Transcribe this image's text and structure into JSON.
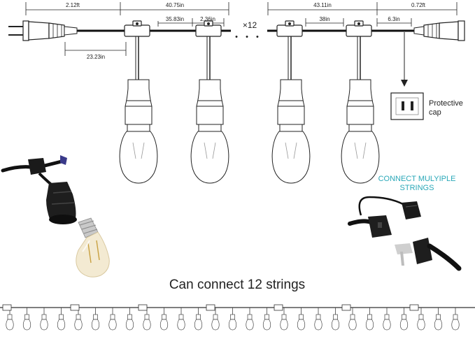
{
  "dimensions": {
    "plug_length": "2.12ft",
    "first_span": "40.75in",
    "bulb_spacing": "35.83in",
    "socket_width": "2.36in",
    "plug_to_socket": "23.23in",
    "last_span": "43.11in",
    "socket_gap": "38in",
    "end_gap": "6.3in",
    "cap_length": "0.72ft"
  },
  "multiplier": "×12",
  "ellipsis": "• • •",
  "protective_cap_label": [
    "Protective",
    "cap"
  ],
  "connect_title": [
    "CONNECT MULYIPLE",
    "STRINGS"
  ],
  "caption": "Can connect 12 strings",
  "colors": {
    "line": "#222222",
    "accent_text": "#2aa8b8",
    "cord": "#111111",
    "bulb_glass": "#f3ead2"
  }
}
